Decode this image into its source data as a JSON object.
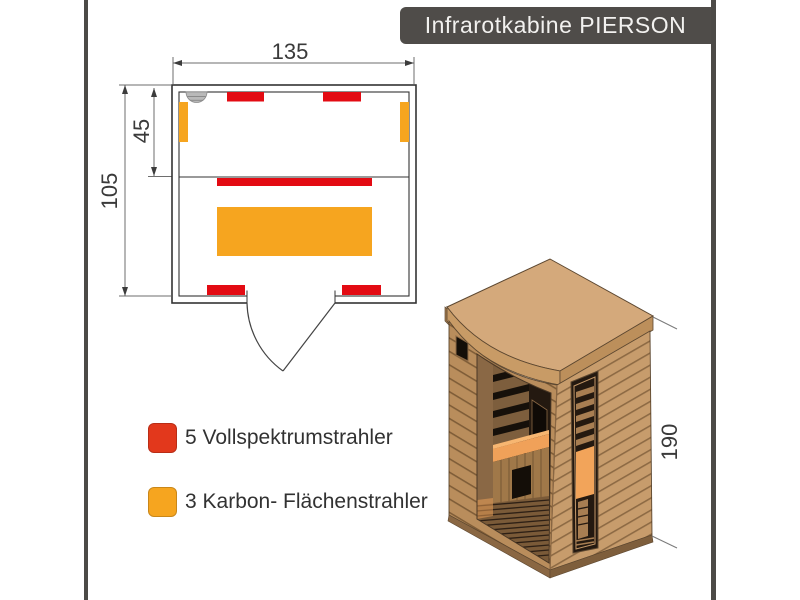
{
  "title_bar": {
    "label": "Infrarotkabine PIERSON",
    "bg": "#4f4c49",
    "text_color": "#f2f1ef"
  },
  "frame": {
    "color": "#4c4a47"
  },
  "floor_plan": {
    "dim_width_label": "135",
    "dim_depth_label": "105",
    "dim_inner_label": "45"
  },
  "cabin_3d": {
    "dim_height_label": "190"
  },
  "legend": {
    "items": [
      {
        "label": "5 Vollspektrumstrahler",
        "color": "#e2381c"
      },
      {
        "label": "3 Karbon- Flächenstrahler",
        "color": "#f6a51f"
      }
    ]
  },
  "colors": {
    "vollspektrum_red": "#e30b13",
    "karbon_orange": "#f6a51f",
    "bench_orange": "#f0a159",
    "window_glow": "#f2a45a",
    "wood_roof": "#d4a97b",
    "wood_front": "#b98d5c",
    "wood_side": "#c79c6c"
  }
}
